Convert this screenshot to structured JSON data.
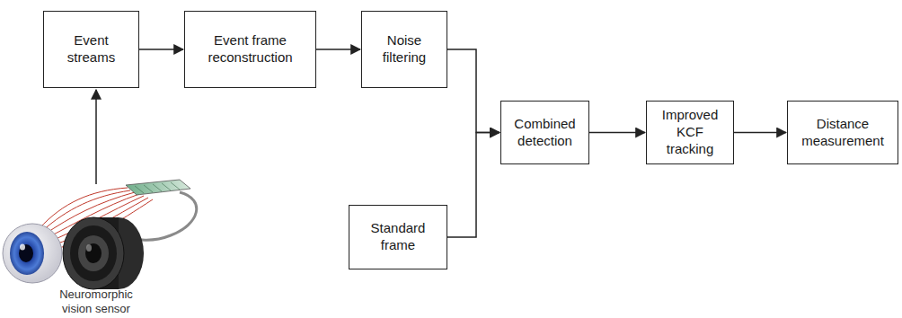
{
  "diagram": {
    "nodes": [
      {
        "text": [
          "Event streams"
        ]
      },
      {
        "text": [
          "Event frame reconstruction"
        ]
      },
      {
        "text": [
          "Noise filtering"
        ]
      },
      {
        "text": [
          "Combined detection"
        ]
      },
      {
        "text": [
          "Improved KCF tracking"
        ]
      },
      {
        "text": [
          "Distance measurement"
        ]
      },
      {
        "text": [
          "Standard frame"
        ]
      }
    ],
    "edges": [
      {
        "from": 0,
        "to": 1,
        "arrow": "to"
      },
      {
        "from": 1,
        "to": 2,
        "arrow": "to"
      },
      {
        "from": 2,
        "to": 3,
        "arrow": "to"
      },
      {
        "from": 6,
        "to": 3,
        "arrow": "to"
      },
      {
        "from": 3,
        "to": 4,
        "arrow": "to"
      },
      {
        "from": 4,
        "to": 5,
        "arrow": "to"
      }
    ],
    "labels": [
      "Neuromorphic vision sensor"
    ]
  }
}
